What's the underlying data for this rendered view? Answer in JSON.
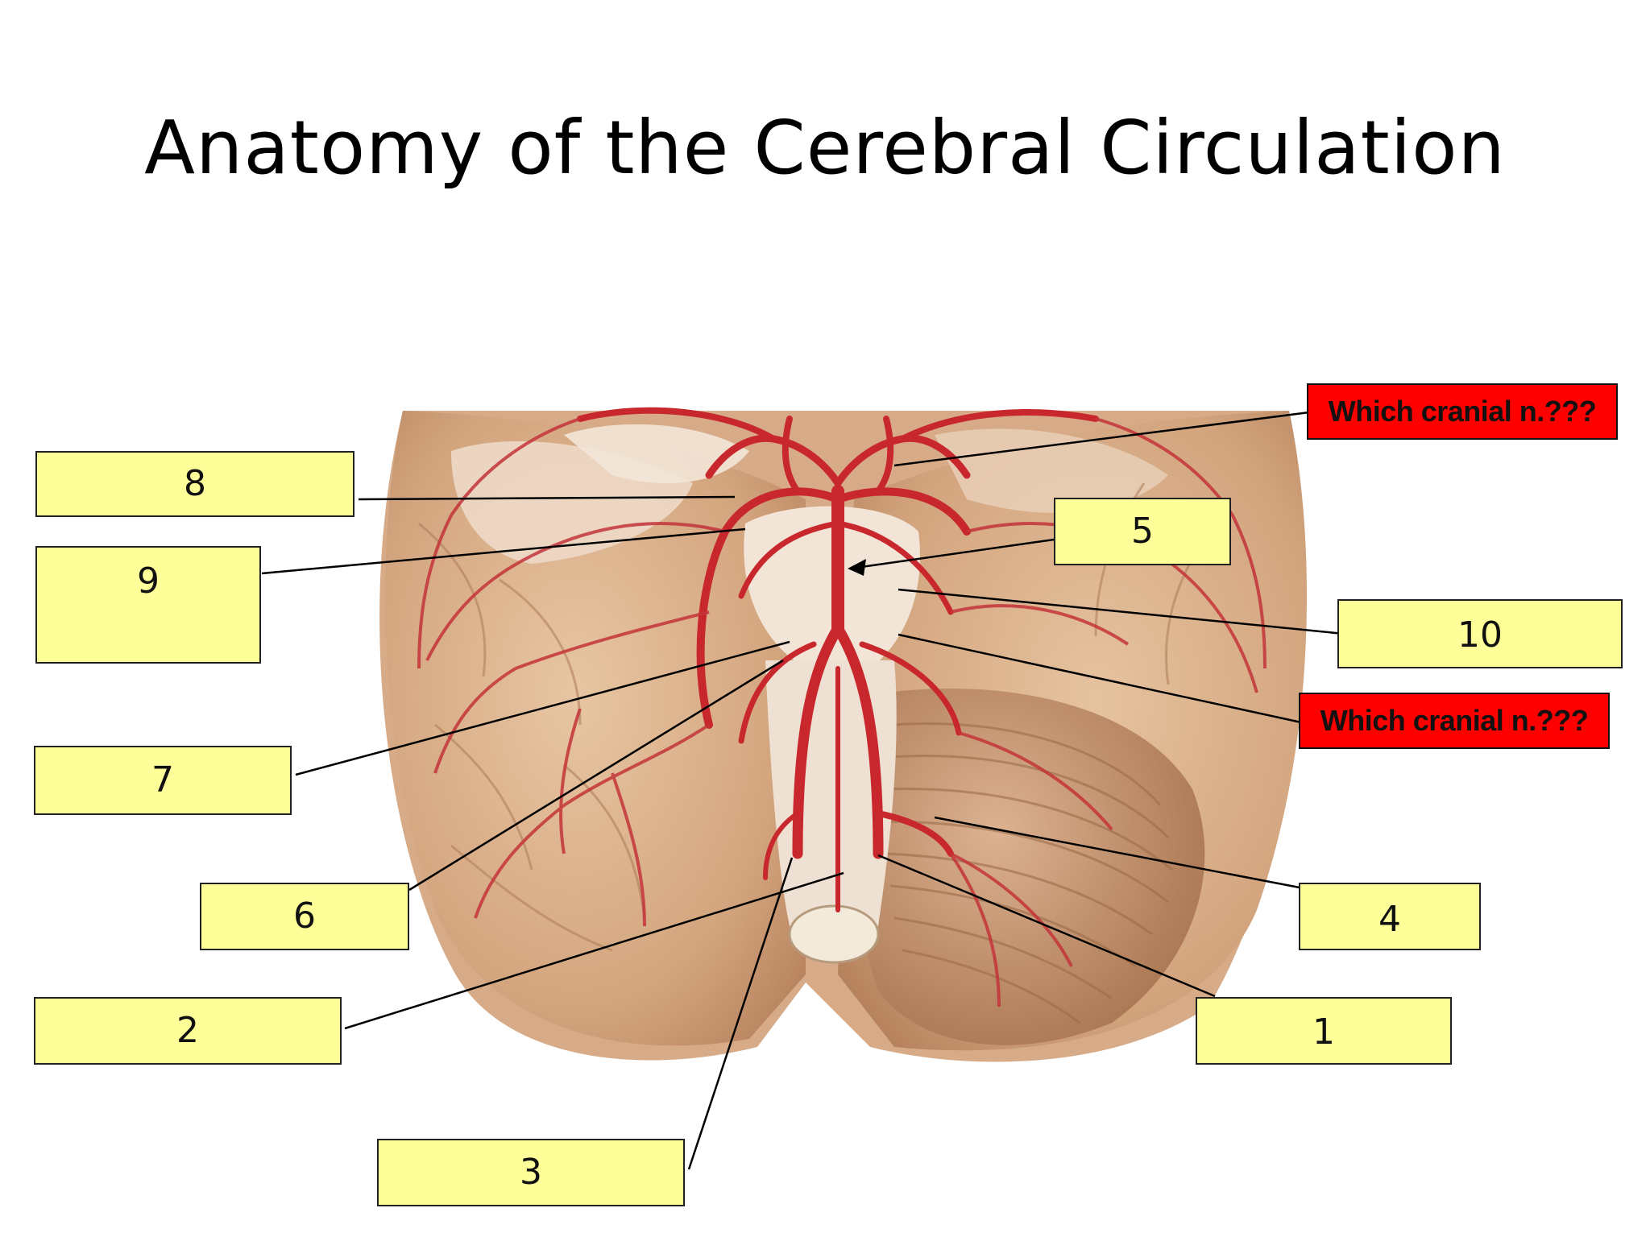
{
  "slide": {
    "title": "Anatomy of the Cerebral Circulation"
  },
  "labels": {
    "l1": "1",
    "l2": "2",
    "l3": "3",
    "l4": "4",
    "l5": "5",
    "l6": "6",
    "l7": "7",
    "l8": "8",
    "l9": "9",
    "l10": "10"
  },
  "questions": {
    "top": "Which cranial n.???",
    "middle": "Which cranial n.???"
  },
  "colors": {
    "label_fill": "#ffff99",
    "question_fill": "#ff0000",
    "artery": "#c8282d",
    "brain_tissue": "#d9ae8a"
  }
}
